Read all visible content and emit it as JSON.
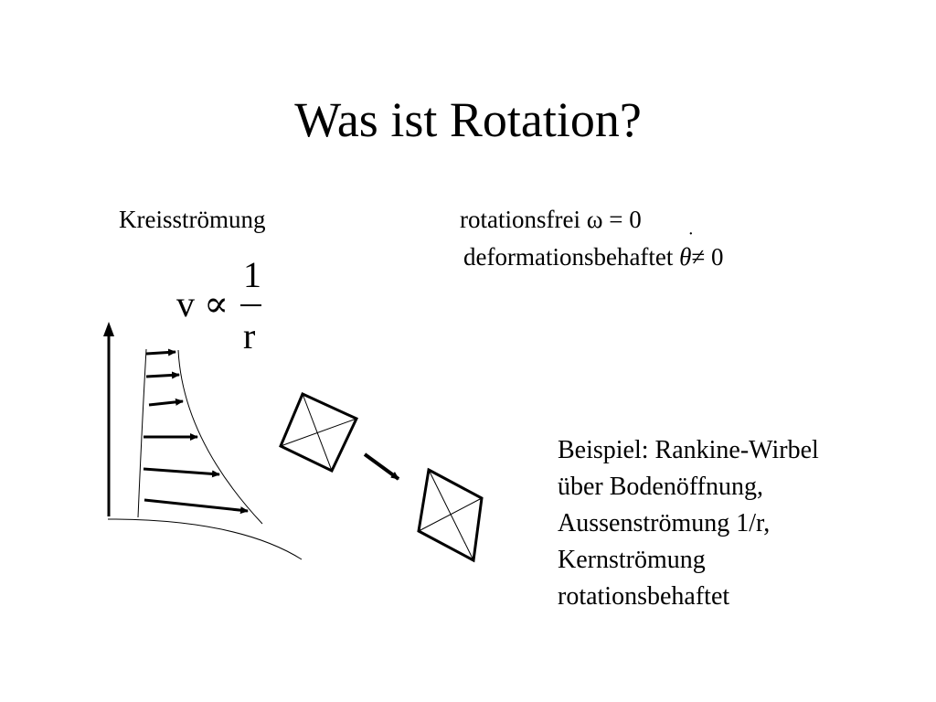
{
  "slide": {
    "title": "Was ist Rotation?",
    "left_label": "Kreisströmung",
    "rot_line1": "rotationsfrei ω = 0",
    "rot_line2_text": "deformationsbehaftet ",
    "rot_line2_symbol": "θ",
    "rot_line2_dot": "˙",
    "rot_line2_rest": "≠ 0",
    "formula": {
      "lhs": "v",
      "relation": "∝",
      "numerator": "1",
      "denominator": "r"
    },
    "example_lines": [
      "Beispiel: Rankine-Wirbel",
      "über Bodenöffnung,",
      "Aussenströmung 1/r,",
      "Kernströmung",
      "rotationsbehaftet"
    ]
  }
}
